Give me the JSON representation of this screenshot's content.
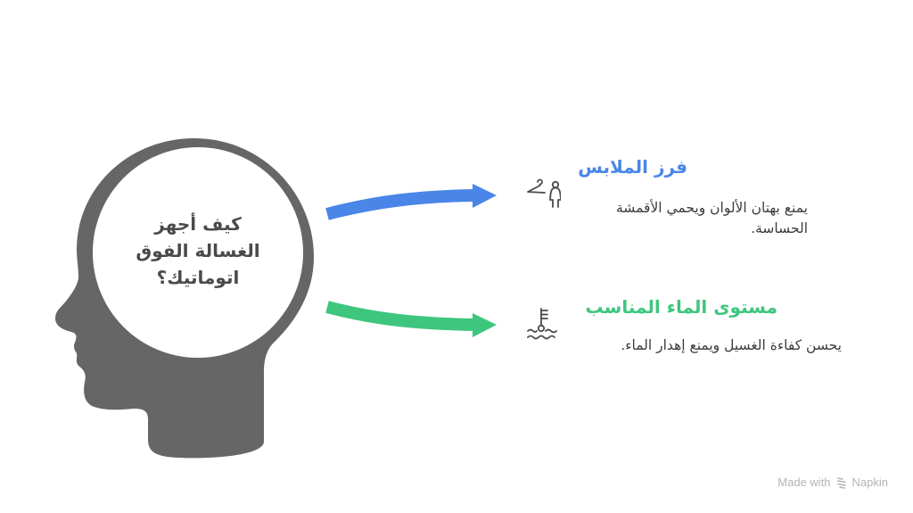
{
  "diagram": {
    "central_question": "كيف أجهز\nالغسالة الفوق\nاتوماتيك؟",
    "head_icon": "head-profile-silhouette",
    "head_color": "#666666",
    "branches": [
      {
        "title": "فرز الملابس",
        "description": "يمنع بهتان الألوان ويحمي الأقمشة الحساسة.",
        "icon": "hanger-person-icon",
        "color": "#4a86e8",
        "arrow_color": "#4a86e8"
      },
      {
        "title": "مستوى الماء المناسب",
        "description": "يحسن كفاءة الغسيل ويمنع إهدار الماء.",
        "icon": "water-level-thermometer-icon",
        "color": "#3ec67f",
        "arrow_color": "#3ec67f"
      }
    ]
  },
  "footer": {
    "made_with": "Made with",
    "brand": "Napkin",
    "brand_icon": "napkin-logo-icon"
  }
}
